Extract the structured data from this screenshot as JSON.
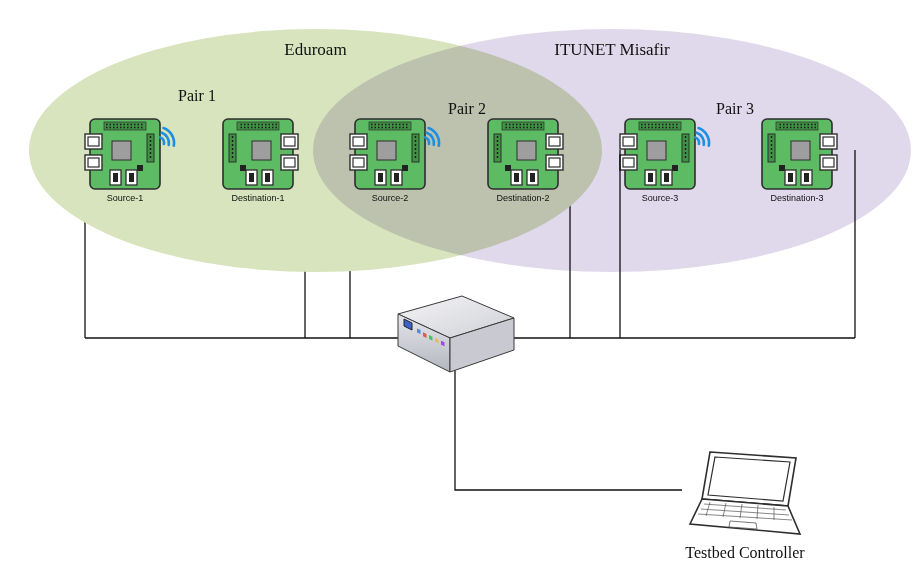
{
  "diagram": {
    "nodes": [
      {
        "text": [
          "Eduroam"
        ]
      },
      {
        "text": [
          "ITUNET Misafir"
        ]
      },
      {
        "text": [
          "Source-1"
        ],
        "in": 0
      },
      {
        "text": [
          "Destination-1"
        ],
        "in": 0
      },
      {
        "text": [
          "Source-2"
        ]
      },
      {
        "text": [
          "Destination-2"
        ]
      },
      {
        "text": [
          "Source-3"
        ],
        "in": 1
      },
      {
        "text": [
          "Destination-3"
        ],
        "in": 1
      },
      {
        "text": [
          "Testbed Controller"
        ]
      }
    ],
    "labels": [
      "Pair 1",
      "Pair 2",
      "Pair 3"
    ]
  }
}
